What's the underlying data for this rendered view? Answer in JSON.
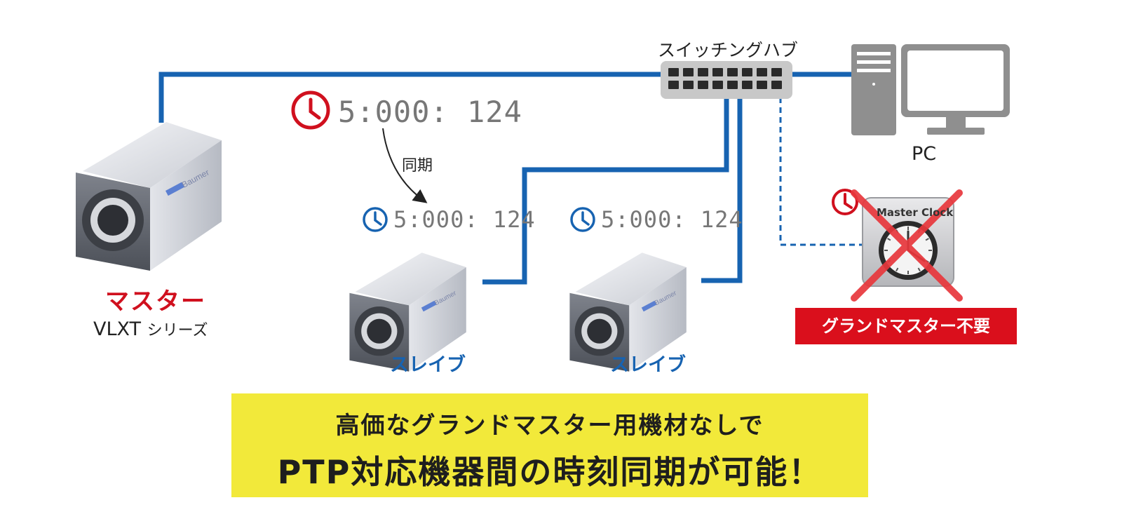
{
  "switching_hub": {
    "label": "スイッチングハブ"
  },
  "pc": {
    "label": "PC"
  },
  "master": {
    "label": "マスター",
    "series_model": "VLXT",
    "series_suffix": "シリーズ",
    "time": "5:000: 124"
  },
  "sync": {
    "label": "同期"
  },
  "slaves": [
    {
      "label": "スレイブ",
      "time": "5:000: 124"
    },
    {
      "label": "スレイブ",
      "time": "5:000: 124"
    }
  ],
  "master_clock": {
    "label": "Master Clock",
    "status": "グランドマスター不要"
  },
  "camera_brand": "Baumer",
  "banner": {
    "line1": "高価なグランドマスター用機材なしで",
    "line2": "PTP対応機器間の時刻同期が可能！"
  },
  "colors": {
    "cable": "#1763b1",
    "master_red": "#d0101e",
    "banner_yellow": "#f2e93a",
    "slave_blue": "#1763b1"
  }
}
